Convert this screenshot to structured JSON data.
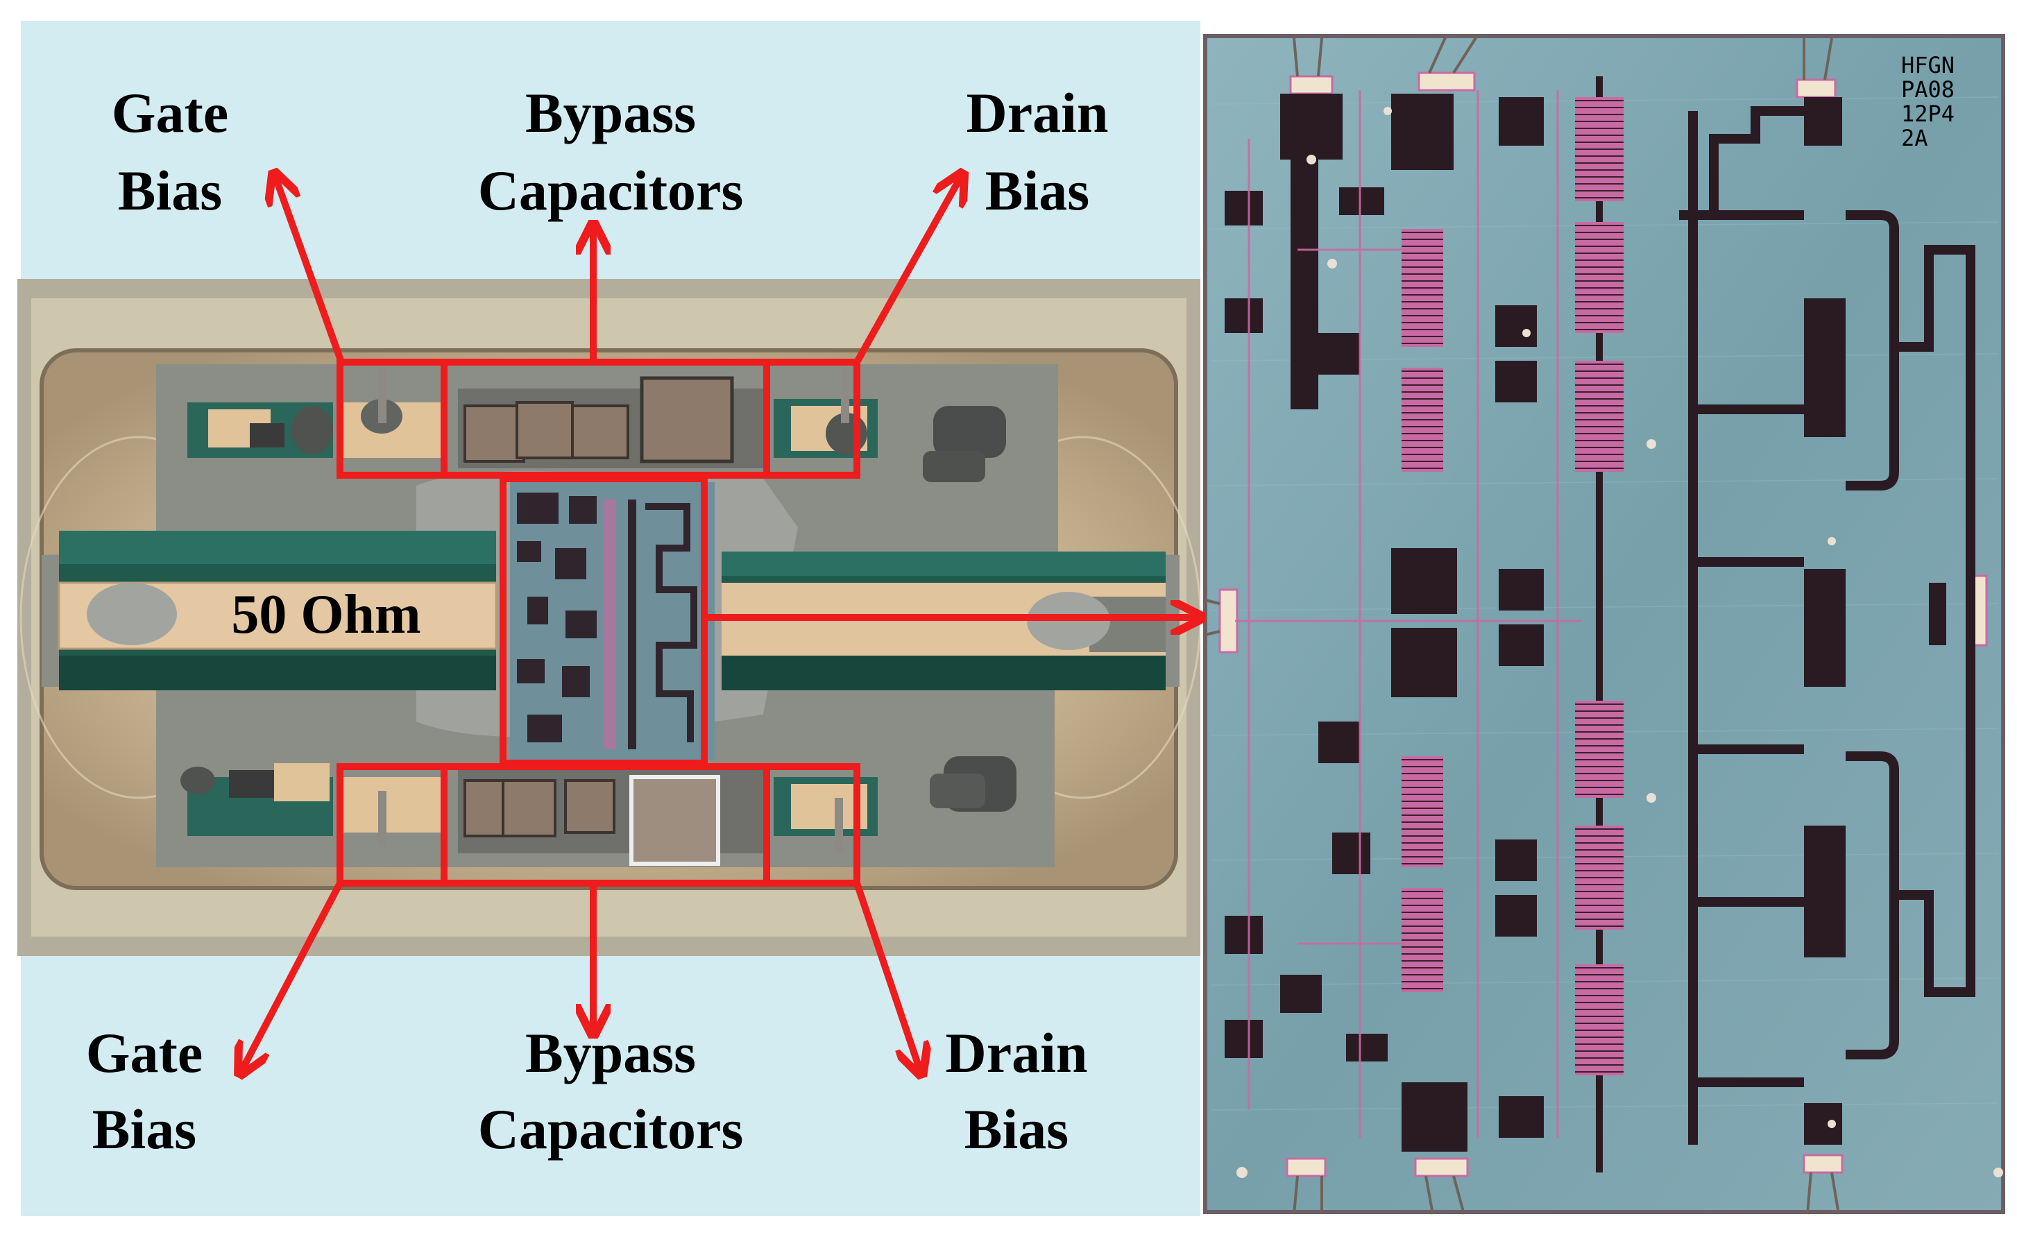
{
  "labels": {
    "top_left": {
      "line1": "Gate",
      "line2": "Bias"
    },
    "top_center": {
      "line1": "Bypass",
      "line2": "Capacitors"
    },
    "top_right": {
      "line1": "Drain",
      "line2": "Bias"
    },
    "bottom_left": {
      "line1": "Gate",
      "line2": "Bias"
    },
    "bottom_center": {
      "line1": "Bypass",
      "line2": "Capacitors"
    },
    "bottom_right": {
      "line1": "Drain",
      "line2": "Bias"
    },
    "line_impedance": "50 Ohm"
  },
  "die_marking": {
    "line1": "HFGN",
    "line2": "PA08",
    "line3": "12P4",
    "line4": "2A"
  },
  "colors": {
    "background_panel": "#d3ecf1",
    "annotation_red": "#ee1c1c",
    "package_gold": "#c2ad8a",
    "substrate_green": "#1f5a4c",
    "die_teal": "#7fa7b2",
    "die_metal": "#2a1a22",
    "die_pink": "#c86aa4"
  }
}
